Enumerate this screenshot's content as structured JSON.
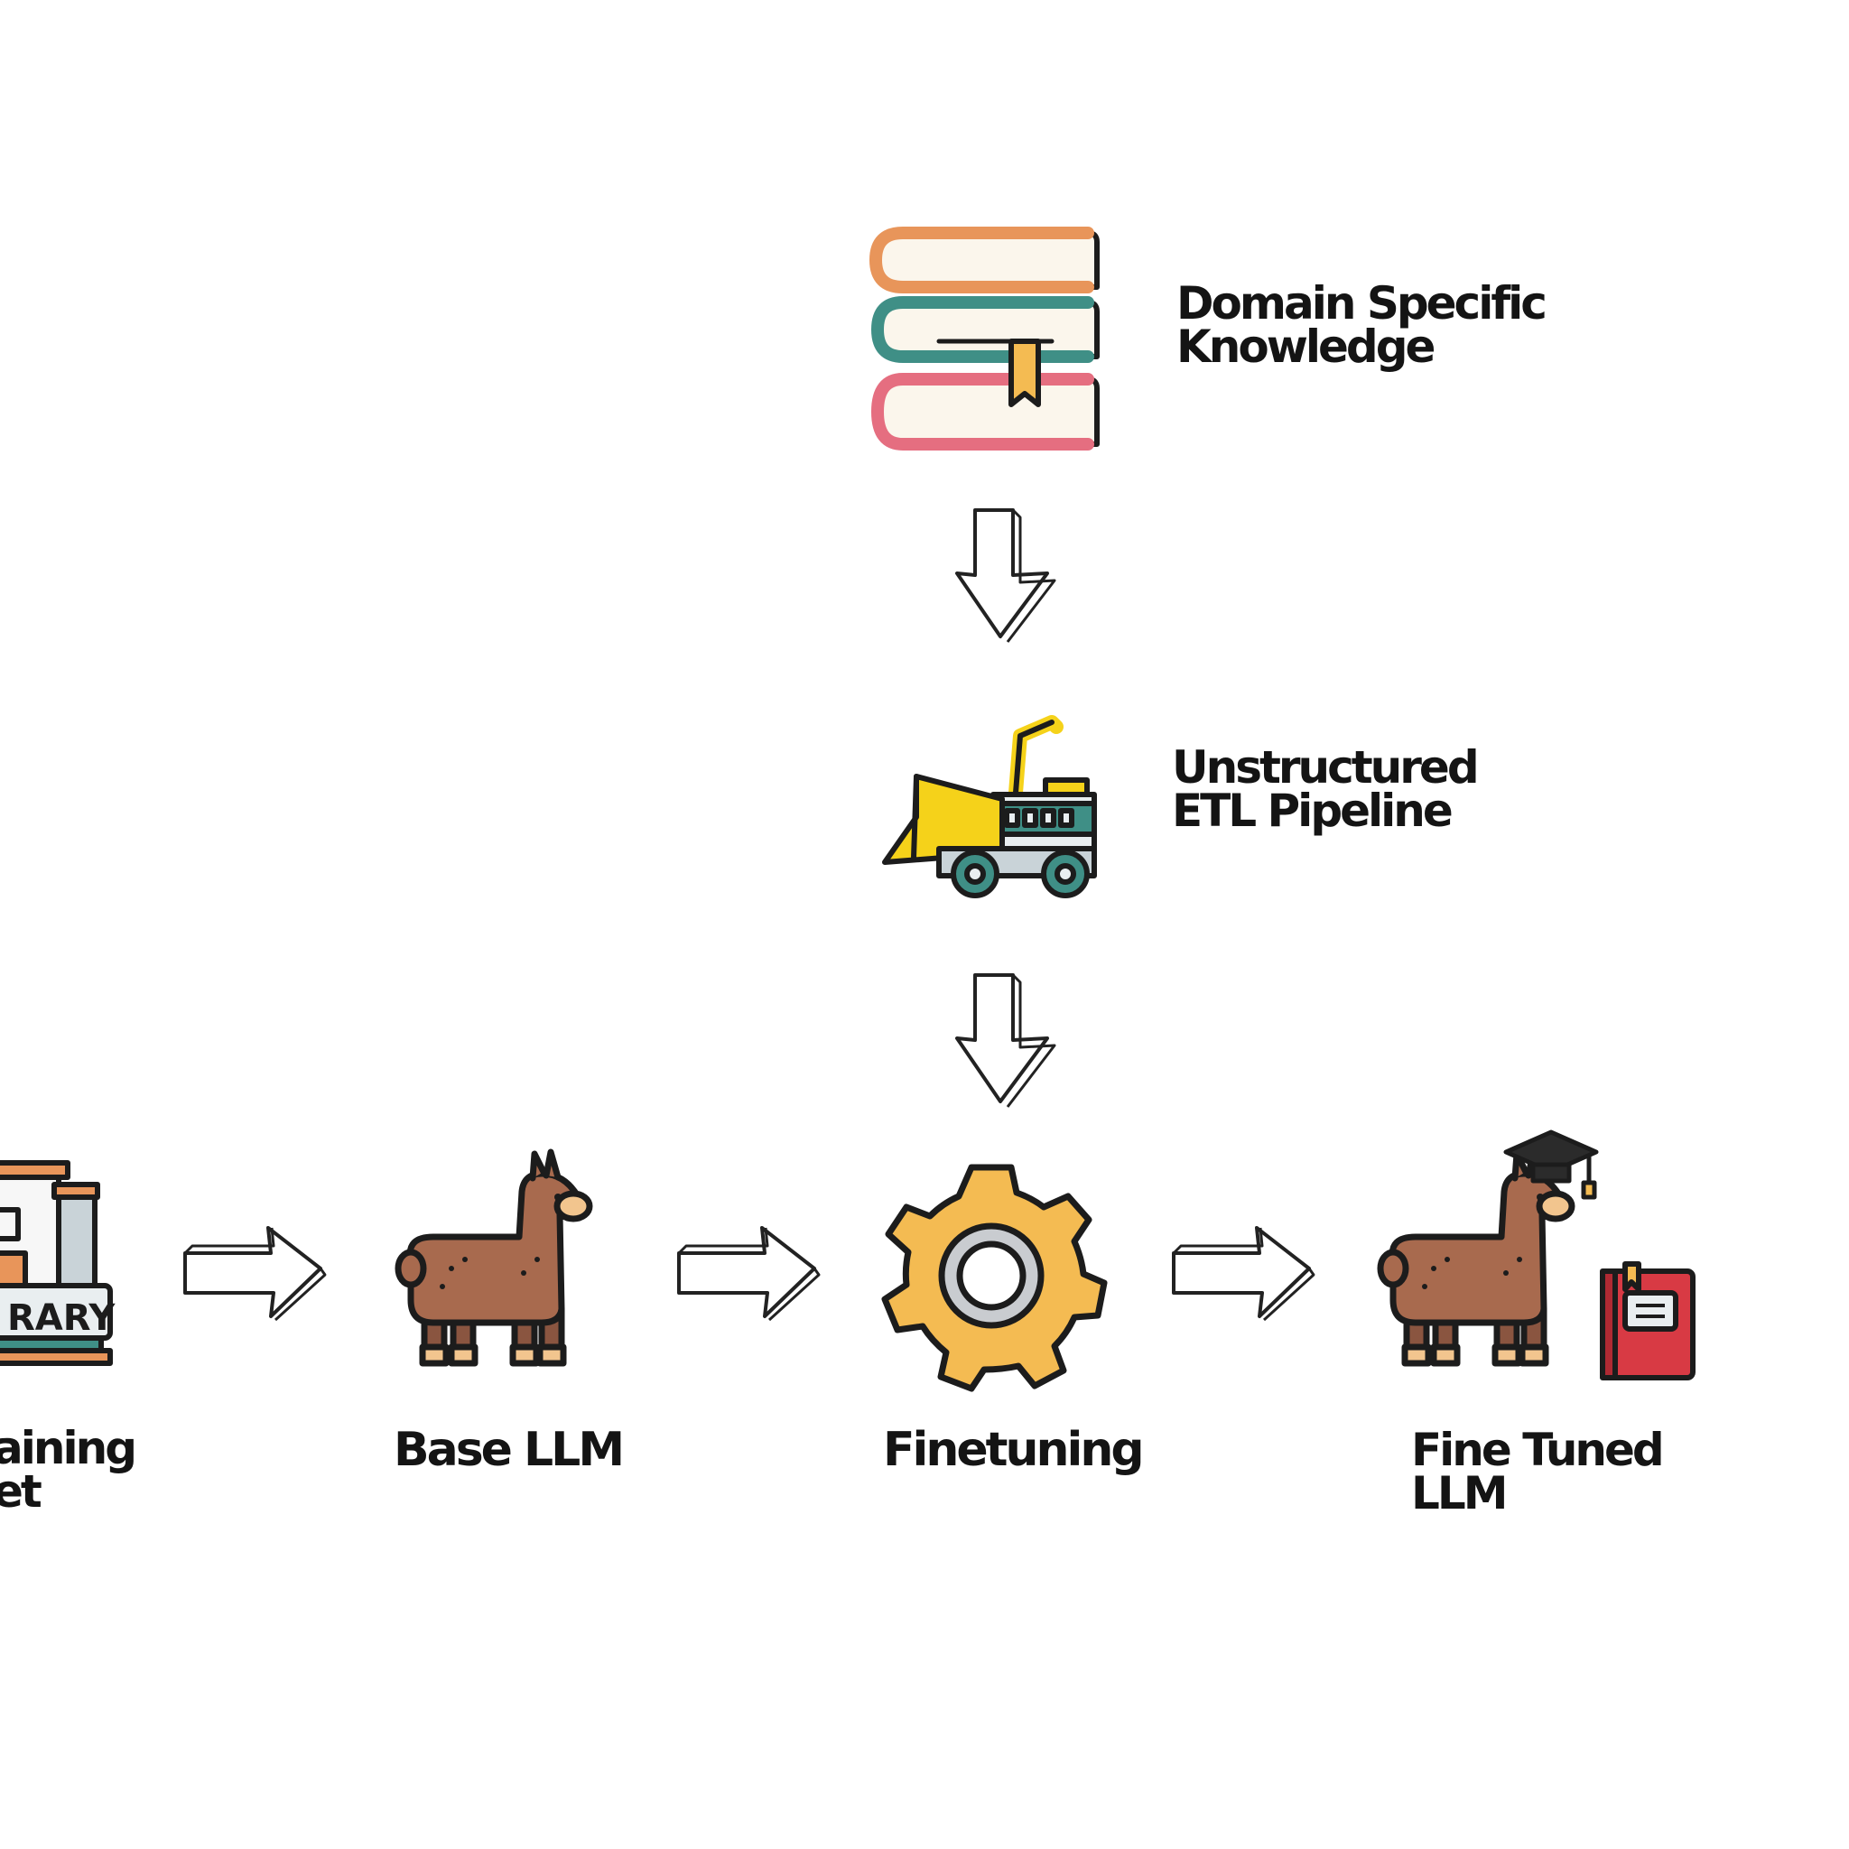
{
  "nodes": {
    "domain_knowledge": {
      "line1": "Domain Specific",
      "line2": "Knowledge"
    },
    "etl_pipeline": {
      "line1": "Unstructured",
      "line2": "ETL Pipeline"
    },
    "training_dataset": {
      "line1": "aining",
      "line2": "et"
    },
    "base_llm": {
      "label": "Base LLM"
    },
    "finetuning": {
      "label": "Finetuning"
    },
    "fine_tuned_llm": {
      "line1": "Fine Tuned",
      "line2": "LLM"
    }
  },
  "library_sign": "RARY",
  "icons": [
    "books-stack-icon",
    "bulldozer-icon",
    "library-building-icon",
    "llama-icon",
    "gear-icon",
    "graduate-llama-icon",
    "red-book-icon",
    "down-arrow-icon",
    "right-arrow-icon"
  ],
  "colors": {
    "outline": "#1c1c1c",
    "llama": "#a86a4e",
    "gear": "#f4bb52",
    "bulldozer": "#f5d21a",
    "teal": "#3f8f86",
    "orange": "#e8955a",
    "pink": "#e56e80",
    "red_book": "#d83a44"
  }
}
